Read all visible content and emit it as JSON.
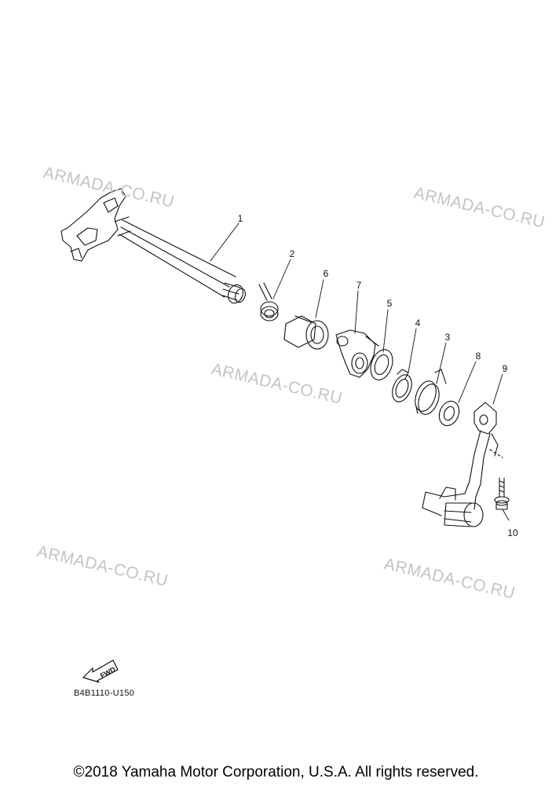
{
  "watermarks": [
    "ARMADA-CO.RU",
    "ARMADA-CO.RU",
    "ARMADA-CO.RU",
    "ARMADA-CO.RU",
    "ARMADA-CO.RU"
  ],
  "callouts": [
    "1",
    "2",
    "6",
    "7",
    "5",
    "4",
    "3",
    "8",
    "9",
    "10"
  ],
  "fwd_label": "FWD",
  "diagram_code": "B4B1110-U150",
  "copyright": "©2018 Yamaha Motor Corporation, U.S.A. All rights reserved."
}
